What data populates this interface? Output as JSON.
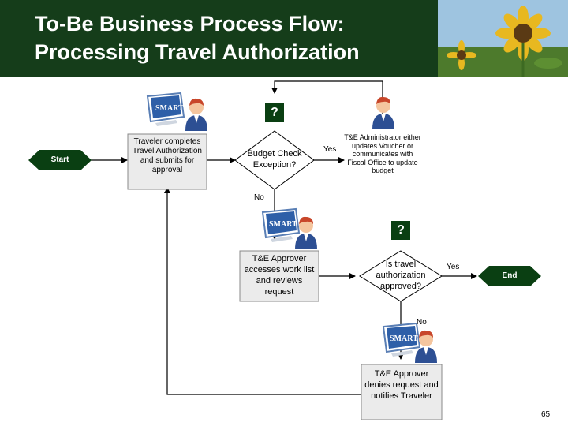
{
  "title": {
    "line1": "To-Be Business Process Flow:",
    "line2": "Processing Travel Authorization"
  },
  "icons": {
    "computer": "computer-smart-icon",
    "person": "person-icon"
  },
  "computer_label": "SMART",
  "colors": {
    "header_bg": "#153d1a",
    "node_fill": "#0a3f12",
    "box_fill": "#ebebeb"
  },
  "nodes": {
    "start": "Start",
    "traveler": "Traveler completes Travel Authorization and submits for approval",
    "budget_check": "Budget Check Exception?",
    "te_admin": "T&E Administrator either updates Voucher or communicates with Fiscal Office to update budget",
    "te_approver_review": "T&E Approver accesses work list and reviews request",
    "approved": "Is travel authorization approved?",
    "end": "End",
    "te_approver_deny": "T&E Approver denies request and notifies Traveler"
  },
  "decisions": {
    "q1": "?",
    "q2": "?"
  },
  "edges": {
    "yes1": "Yes",
    "no1": "No",
    "yes2": "Yes",
    "no2": "No"
  },
  "page_number": "65"
}
